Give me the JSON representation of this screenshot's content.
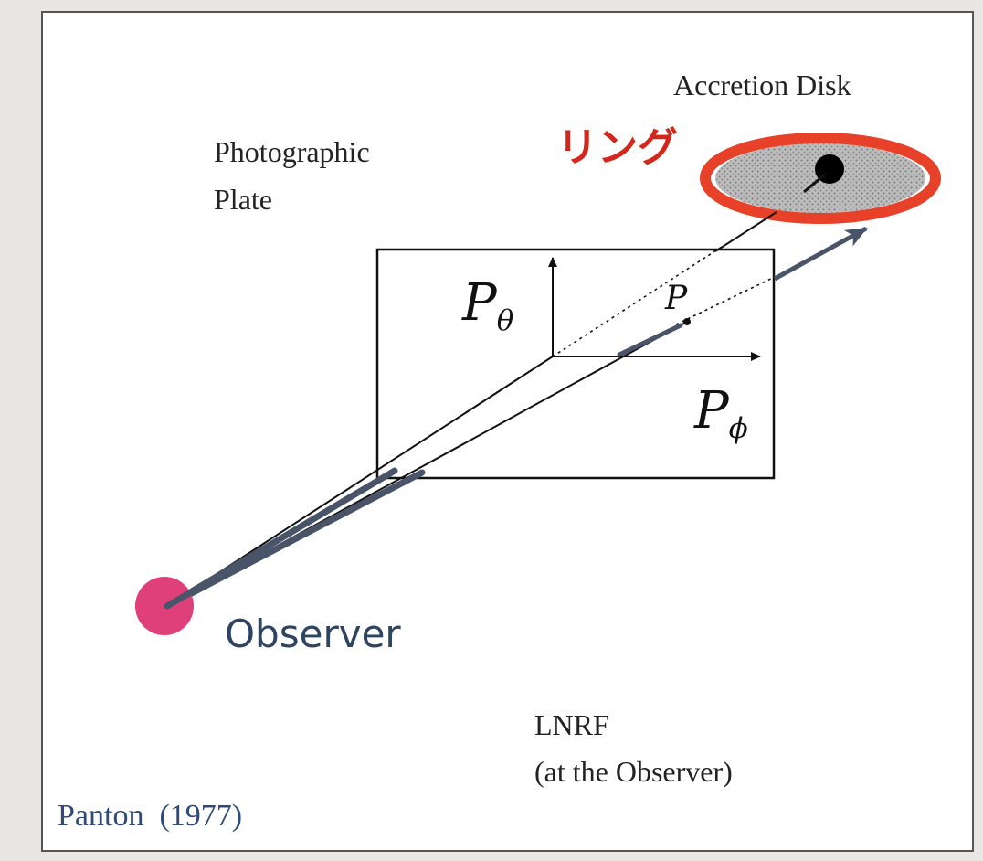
{
  "labels": {
    "accretion_disk": "Accretion Disk",
    "ring_jp": "リング",
    "photographic_plate_line1": "Photographic",
    "photographic_plate_line2": "Plate",
    "p_theta_main": "P",
    "p_theta_sub": "θ",
    "p_point": "P",
    "p_phi_main": "P",
    "p_phi_sub": "ϕ",
    "observer": "Observer",
    "lnrf_line1": "LNRF",
    "lnrf_line2": "(at the Observer)",
    "citation": "Panton  (1977)"
  },
  "colors": {
    "ring": "#e8412a",
    "ring_text": "#d4271b",
    "observer_dot": "#e0407a",
    "observer_text": "#2f4460",
    "arrow_overlay": "#4a5468",
    "citation_text": "#2f4a7a"
  }
}
